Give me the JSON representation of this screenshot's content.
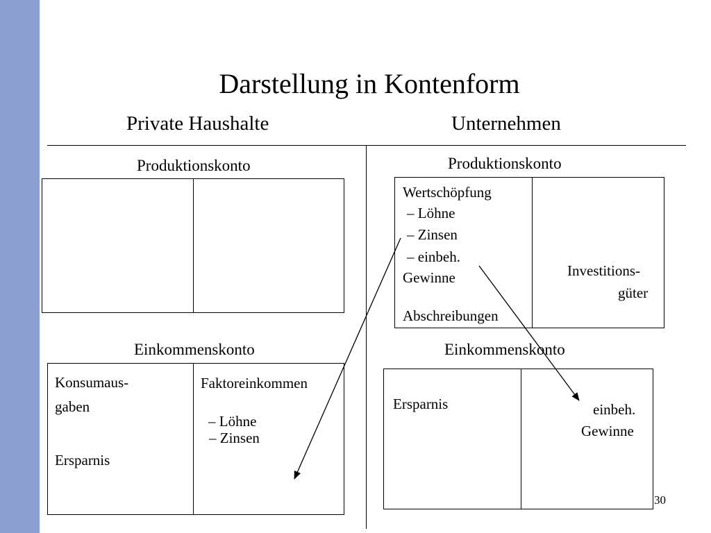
{
  "slide": {
    "title": "Darstellung in Kontenform",
    "page_number": "30"
  },
  "haushalte": {
    "heading": "Private Haushalte",
    "produktionskonto": {
      "label": "Produktionskonto",
      "left": [],
      "right": []
    },
    "einkommenskonto": {
      "label": "Einkommenskonto",
      "left": [
        "Konsumaus-",
        "gaben",
        "Ersparnis"
      ],
      "right": [
        "Faktoreinkommen",
        "– Löhne",
        "– Zinsen"
      ]
    }
  },
  "unternehmen": {
    "heading": "Unternehmen",
    "produktionskonto": {
      "label": "Produktionskonto",
      "left": [
        "Wertschöpfung",
        "– Löhne",
        "– Zinsen",
        "– einbeh.",
        "Gewinne",
        "Abschreibungen"
      ],
      "right": [
        "Investitions-",
        "güter"
      ]
    },
    "einkommenskonto": {
      "label": "Einkommenskonto",
      "left": [
        "Ersparnis"
      ],
      "right": [
        "einbeh.",
        "Gewinne"
      ]
    }
  },
  "colors": {
    "sidebar": "#8b9fd1",
    "line": "#000000",
    "background": "#ffffff"
  }
}
